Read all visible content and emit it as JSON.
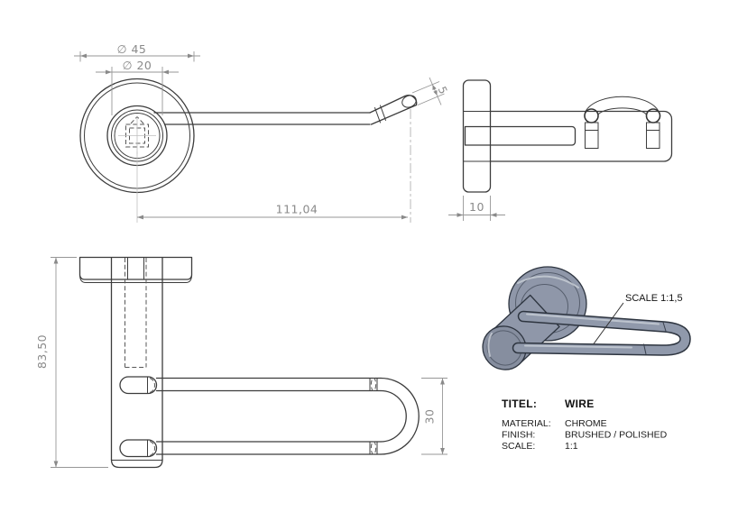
{
  "drawing": {
    "views": {
      "front": {
        "dims": {
          "outer_diameter": "∅ 45",
          "hub_diameter": "∅ 20",
          "arm_length": "111,04",
          "wire_diameter": "5"
        }
      },
      "side": {
        "dims": {
          "plate_thickness": "10"
        }
      },
      "plan": {
        "dims": {
          "overall_depth": "83,50",
          "loop_width": "30"
        }
      },
      "iso": {
        "scale_note": "SCALE 1:1,5"
      }
    },
    "title_block": {
      "title_label": "TITEL:",
      "title_value": "WIRE",
      "material_label": "MATERIAL:",
      "material_value": "CHROME",
      "finish_label": "FINISH:",
      "finish_value": "BRUSHED / POLISHED",
      "scale_label": "SCALE:",
      "scale_value": "1:1"
    },
    "colors": {
      "line": "#3c3c3c",
      "dimension": "#8a8a8a",
      "render_body": "#8f97a9",
      "render_face": "#98a0b0",
      "render_edge": "#2e3540",
      "render_highlight": "#c6cbd4",
      "background": "#ffffff"
    }
  }
}
